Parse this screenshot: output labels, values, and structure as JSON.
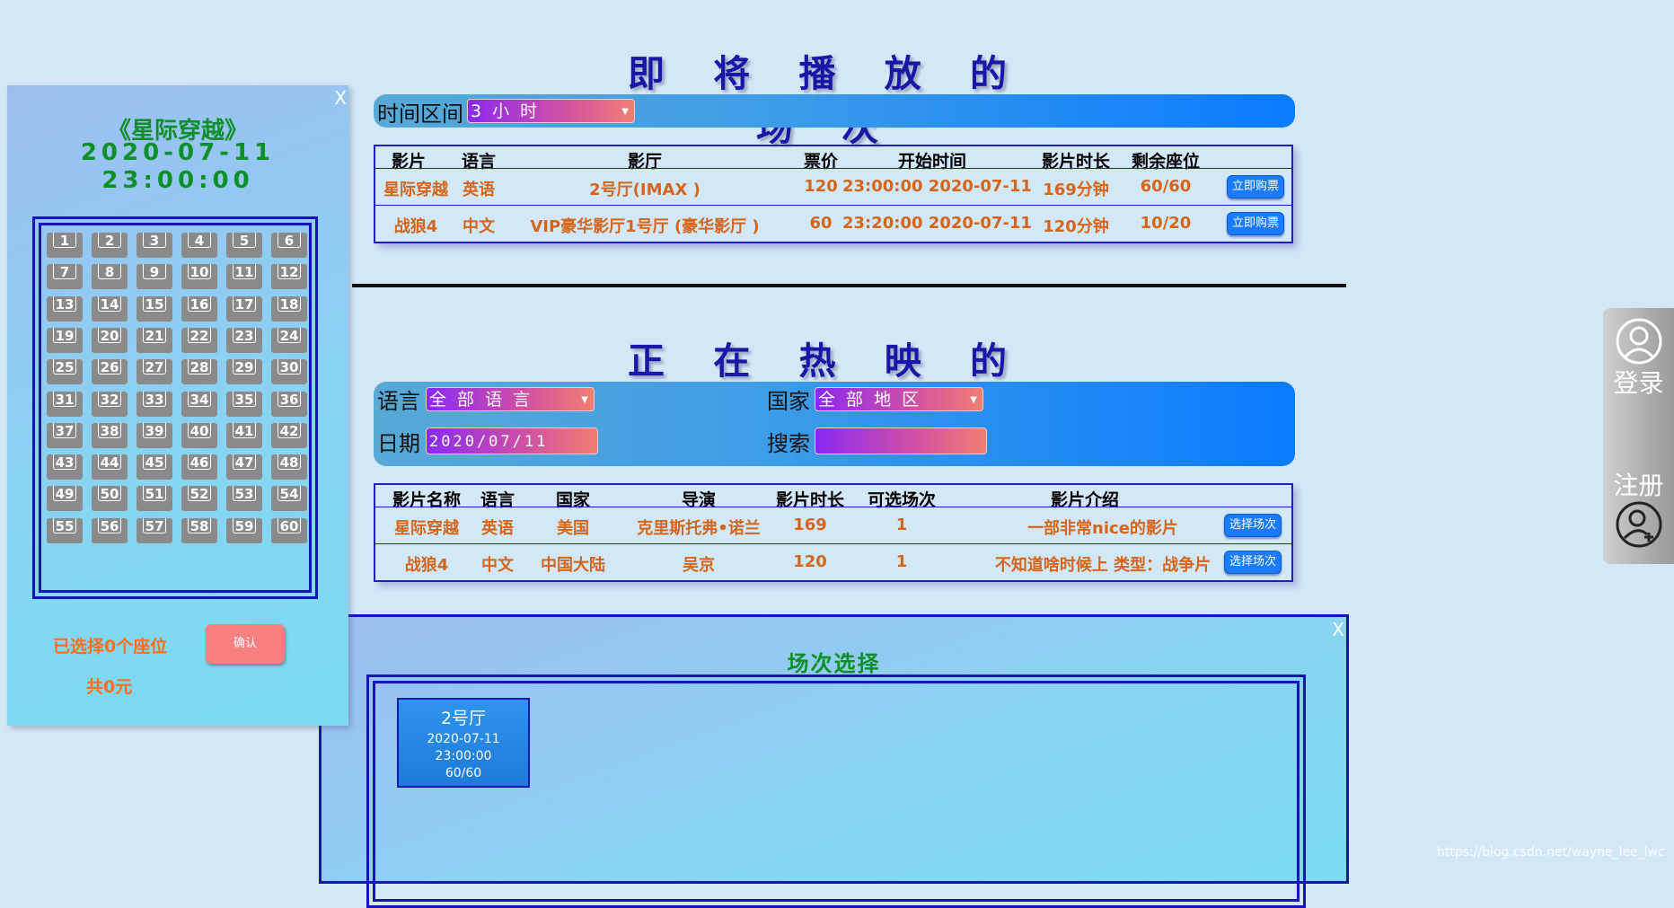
{
  "upcoming": {
    "title": "即 将 播 放 的 场 次",
    "filter_label": "时间区间",
    "filter_value": "3 小 时",
    "headers": [
      "影片",
      "语言",
      "影厅",
      "票价",
      "开始时间",
      "影片时长",
      "剩余座位"
    ],
    "rows": [
      {
        "film": "星际穿越",
        "lang": "英语",
        "hall": "2号厅(IMAX )",
        "price": "120",
        "start": "23:00:00 2020-07-11",
        "duration": "169分钟",
        "seats": "60/60",
        "button": "立即购票"
      },
      {
        "film": "战狼4",
        "lang": "中文",
        "hall": "VIP豪华影厅1号厅 (豪华影厅 )",
        "price": "60",
        "start": "23:20:00 2020-07-11",
        "duration": "120分钟",
        "seats": "10/20",
        "button": "立即购票"
      }
    ]
  },
  "now_showing": {
    "title": "正 在 热 映 的 影 片",
    "lang_label": "语言",
    "lang_value": "全 部 语 言",
    "country_label": "国家",
    "country_value": "全 部 地 区",
    "date_label": "日期",
    "date_value": "2020/07/11",
    "search_label": "搜索",
    "search_value": "",
    "headers": [
      "影片名称",
      "语言",
      "国家",
      "导演",
      "影片时长",
      "可选场次",
      "影片介绍"
    ],
    "rows": [
      {
        "name": "星际穿越",
        "lang": "英语",
        "country": "美国",
        "director": "克里斯托弗•诺兰",
        "duration": "169",
        "sessions": "1",
        "intro": "一部非常nice的影片",
        "button": "选择场次"
      },
      {
        "name": "战狼4",
        "lang": "中文",
        "country": "中国大陆",
        "director": "吴京",
        "duration": "120",
        "sessions": "1",
        "intro": "不知道啥时候上 类型：战争片",
        "button": "选择场次"
      }
    ]
  },
  "seat_panel": {
    "close": "X",
    "movie": "《星际穿越》",
    "date": "2020-07-11",
    "time": "23:00:00",
    "seats": [
      "1",
      "2",
      "3",
      "4",
      "5",
      "6",
      "7",
      "8",
      "9",
      "10",
      "11",
      "12",
      "13",
      "14",
      "15",
      "16",
      "17",
      "18",
      "19",
      "20",
      "21",
      "22",
      "23",
      "24",
      "25",
      "26",
      "27",
      "28",
      "29",
      "30",
      "31",
      "32",
      "33",
      "34",
      "35",
      "36",
      "37",
      "38",
      "39",
      "40",
      "41",
      "42",
      "43",
      "44",
      "45",
      "46",
      "47",
      "48",
      "49",
      "50",
      "51",
      "52",
      "53",
      "54",
      "55",
      "56",
      "57",
      "58",
      "59",
      "60"
    ],
    "selected_text": "已选择0个座位",
    "total_text": "共0元",
    "confirm": "确认"
  },
  "session_panel": {
    "close": "X",
    "title": "场次选择",
    "card": {
      "hall": "2号厅",
      "date": "2020-07-11",
      "time": "23:00:00",
      "seats": "60/60"
    }
  },
  "sidebar": {
    "login": "登录",
    "register": "注册"
  },
  "watermark": "https://blog.csdn.net/wayne_lee_lwc"
}
